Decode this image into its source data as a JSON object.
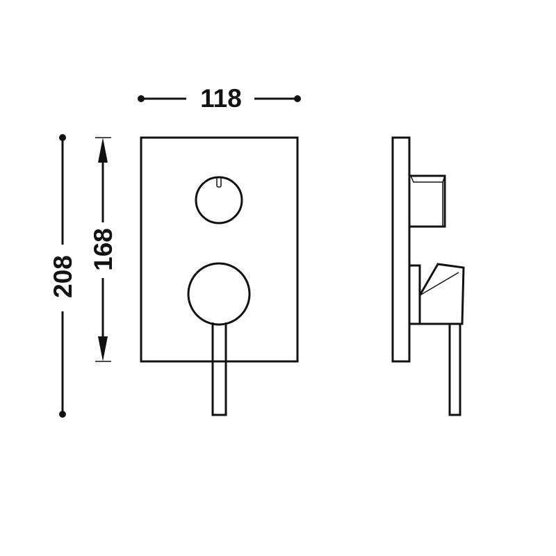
{
  "dimensions": {
    "width": "118",
    "overall_height": "208",
    "plate_height": "168"
  },
  "colors": {
    "line": "#111111",
    "background": "#ffffff"
  }
}
